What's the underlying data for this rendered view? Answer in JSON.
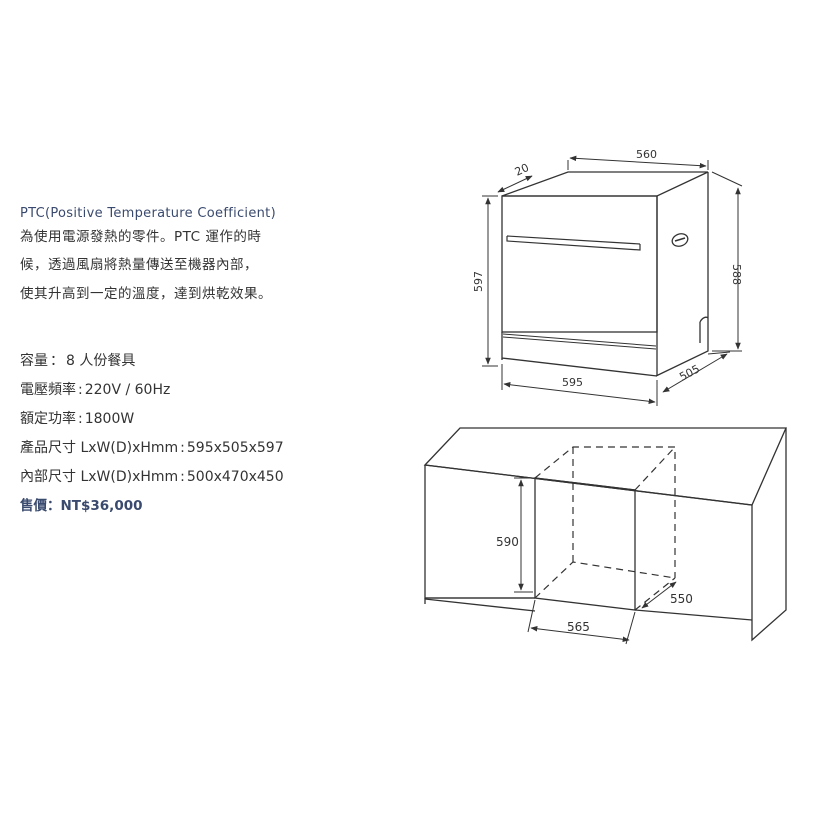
{
  "description": {
    "title": "PTC(Positive Temperature Coefficient)",
    "lines": [
      "為使用電源發熱的零件。PTC 運作的時",
      "候，透過風扇將熱量傳送至機器內部，",
      "使其升高到一定的溫度，達到烘乾效果。"
    ]
  },
  "specs": [
    {
      "label": "容量",
      "value": "8 人份餐具"
    },
    {
      "label": "電壓頻率",
      "value": "220V / 60Hz"
    },
    {
      "label": "額定功率",
      "value": "1800W"
    },
    {
      "label": "產品尺寸 LxW(D)xHmm",
      "value": "595x505x597"
    },
    {
      "label": "內部尺寸 LxW(D)xHmm",
      "value": "500x470x450"
    }
  ],
  "price": {
    "label": "售價",
    "value": "NT$36,000"
  },
  "top_drawing": {
    "depth_offset": "20",
    "top_width": "560",
    "height_left": "597",
    "height_right": "588",
    "front_width": "595",
    "side_depth": "505"
  },
  "bottom_drawing": {
    "niche_height": "590",
    "niche_width": "565",
    "niche_depth": "550"
  }
}
